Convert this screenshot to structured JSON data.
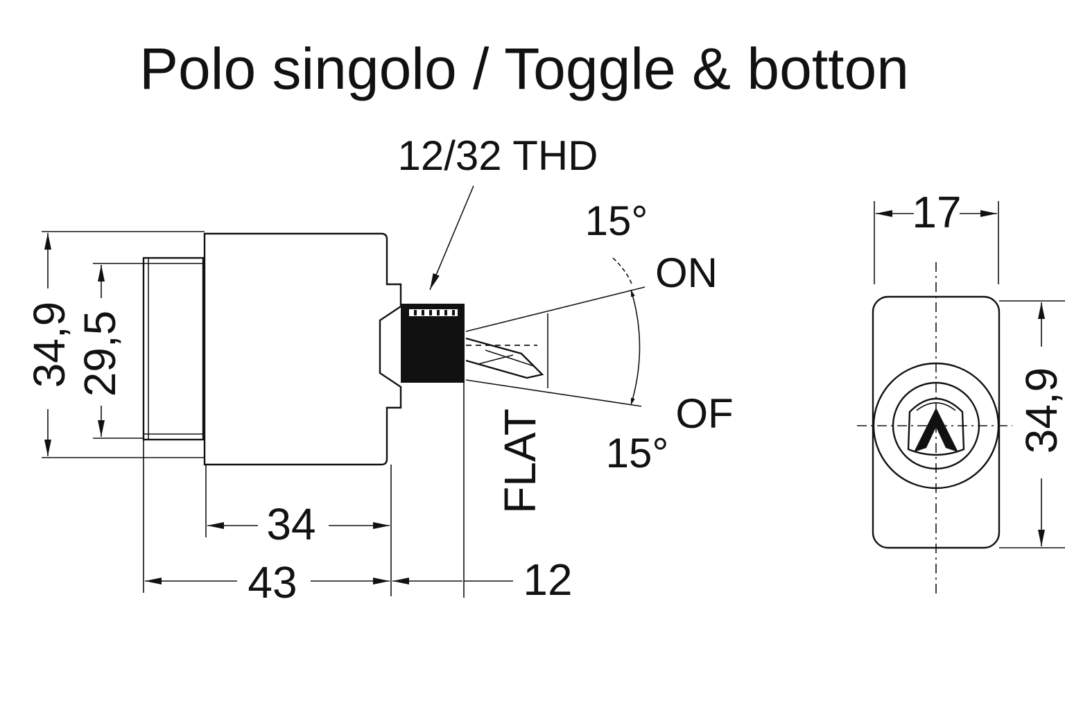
{
  "title": "Polo singolo / Toggle & botton",
  "labels": {
    "thread": "12/32 THD",
    "angle_top": "15°",
    "angle_bottom": "15°",
    "on": "ON",
    "off": "OF",
    "flat": "FLAT"
  },
  "dimensions": {
    "height_outer": "34,9",
    "height_inner": "29,5",
    "body_length": "34",
    "total_length": "43",
    "thread_length": "12",
    "plate_width": "17",
    "plate_height": "34,9"
  }
}
